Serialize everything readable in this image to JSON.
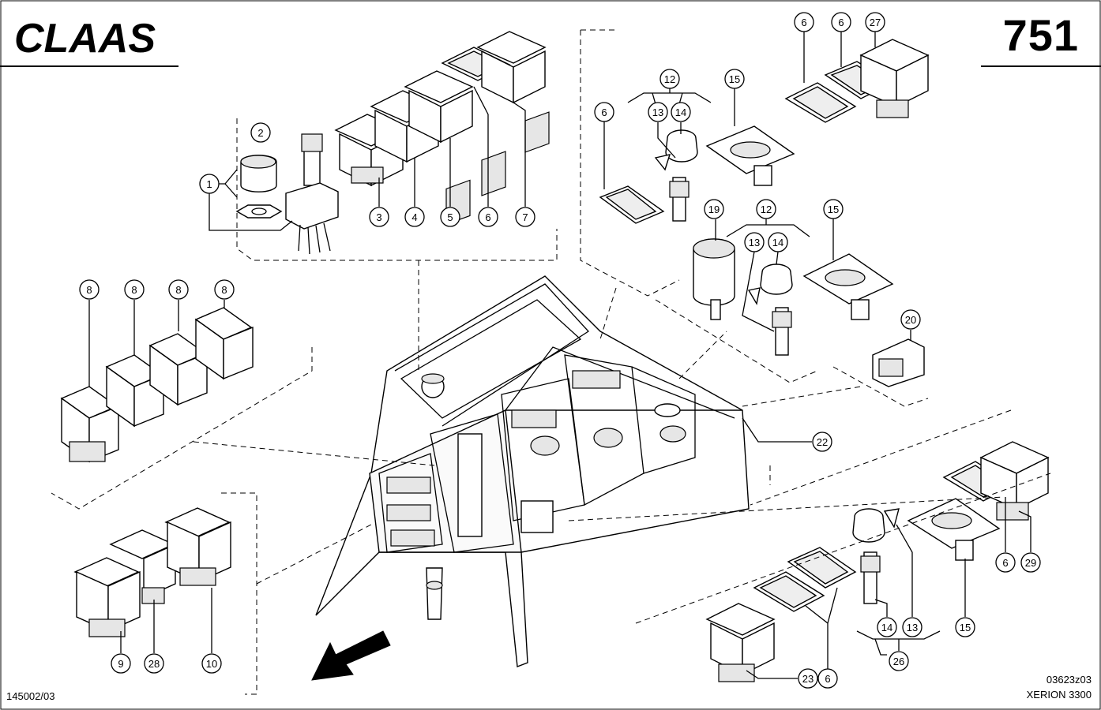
{
  "header": {
    "brand": "CLAAS",
    "page_number": "751"
  },
  "footer": {
    "ref_left": "145002/03",
    "drawing_no": "03623z03",
    "model": "XERION 3300"
  },
  "callouts": {
    "c1": "1",
    "c2": "2",
    "c3": "3",
    "c4": "4",
    "c5": "5",
    "c6a": "6",
    "c7": "7",
    "c8a": "8",
    "c8b": "8",
    "c8c": "8",
    "c8d": "8",
    "c9": "9",
    "c28a": "28",
    "c10": "10",
    "c6b": "6",
    "c12a": "12",
    "c13a": "13",
    "c14a": "14",
    "c15a": "15",
    "c19": "19",
    "c12b": "12",
    "c13b": "13",
    "c14b": "14",
    "c15b": "15",
    "c20": "20",
    "c6c": "6",
    "c6d": "6",
    "c27": "27",
    "c22": "22",
    "c6e": "6",
    "c29": "29",
    "c14c": "14",
    "c13c": "13",
    "c15c": "15",
    "c26": "26",
    "c23": "23",
    "c6f": "6"
  }
}
